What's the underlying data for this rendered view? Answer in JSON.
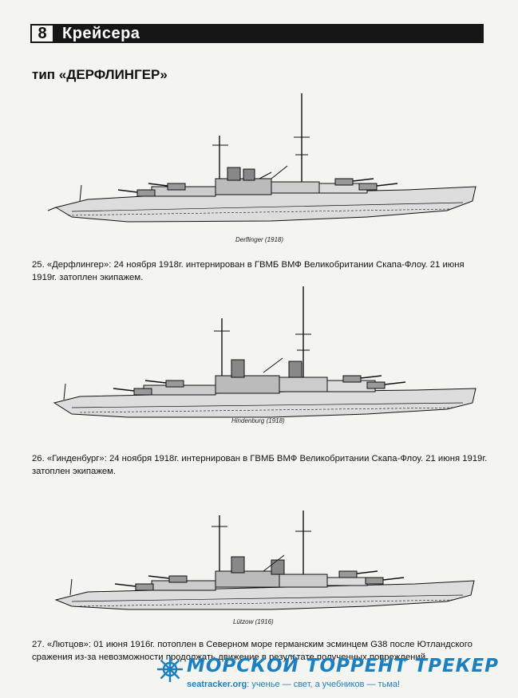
{
  "header": {
    "page_number": "8",
    "section_title": "Крейсера"
  },
  "type_title": "тип «ДЕРФЛИНГЕР»",
  "ships": [
    {
      "label": "Derflinger (1918)",
      "caption": "25. «Дерфлингер»: 24 ноября 1918г. интернирован в ГВМБ ВМФ Великобритании Скапа-Флоу. 21 июня 1919г. затоплен экипажем."
    },
    {
      "label": "Hindenburg (1918)",
      "caption": "26. «Гинденбург»: 24 ноября 1918г. интернирован в ГВМБ ВМФ Великобритании Скапа-Флоу. 21 июня 1919г. затоплен экипажем."
    },
    {
      "label": "Lützow (1916)",
      "caption": "27. «Лютцов»: 01 июня 1916г. потоплен в Северном море германским эсминцем G38 после Ютландского сражения из-за невозможности продолжать движение в результате полученных повреждений."
    }
  ],
  "footer": {
    "tracker_name": "МОРСКОЙ ТОРРЕНТ ТРЕКЕР",
    "site": "seatracker.org",
    "slogan": ": ученье — свет, а учебников — тьма!",
    "accent_color": "#1b7fc0"
  }
}
